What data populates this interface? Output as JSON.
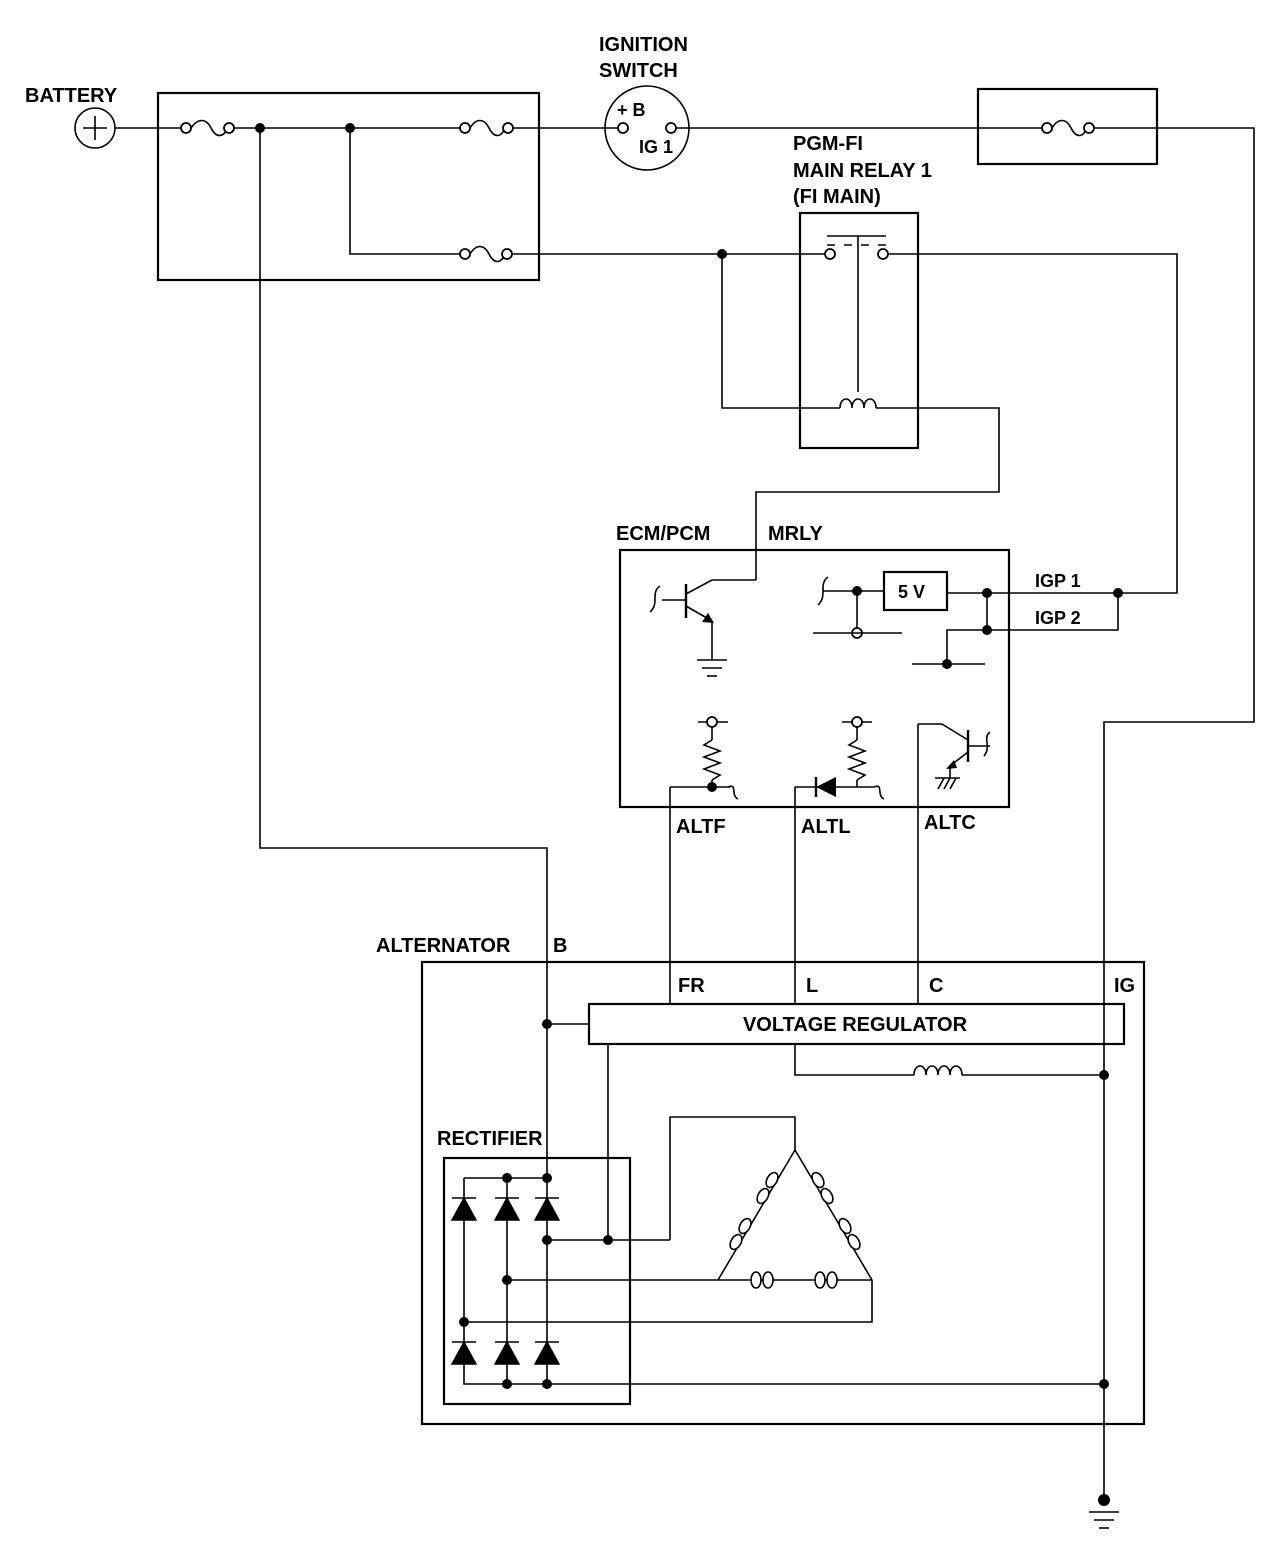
{
  "labels": {
    "battery": "BATTERY",
    "ignition_switch_line1": "IGNITION",
    "ignition_switch_line2": "SWITCH",
    "ign_b": "+ B",
    "ign_ig1": "IG 1",
    "relay_line1": "PGM-FI",
    "relay_line2": "MAIN RELAY 1",
    "relay_line3": "(FI MAIN)",
    "ecm": "ECM/PCM",
    "mrly": "MRLY",
    "five_v": "5 V",
    "igp1": "IGP 1",
    "igp2": "IGP 2",
    "altf": "ALTF",
    "altl": "ALTL",
    "altc": "ALTC",
    "alternator": "ALTERNATOR",
    "b_terminal": "B",
    "fr": "FR",
    "l": "L",
    "c": "C",
    "ig": "IG",
    "voltage_regulator": "VOLTAGE REGULATOR",
    "rectifier": "RECTIFIER"
  }
}
